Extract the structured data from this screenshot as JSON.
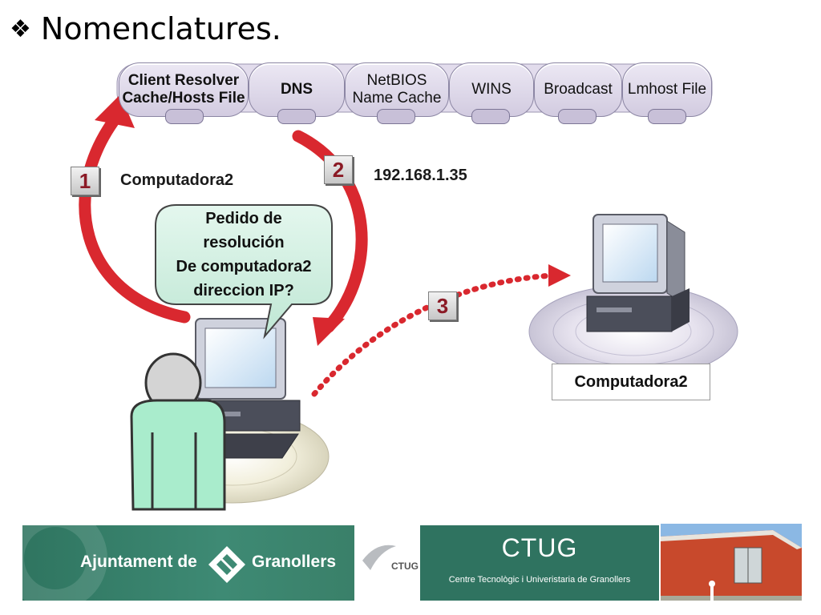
{
  "slide": {
    "bullet": "❖",
    "title": "Nomenclatures."
  },
  "methods": [
    {
      "label": "Client Resolver\nCache/Hosts File",
      "strong": true
    },
    {
      "label": "DNS",
      "strong": true
    },
    {
      "label": "NetBIOS\nName Cache",
      "strong": false
    },
    {
      "label": "WINS",
      "strong": false
    },
    {
      "label": "Broadcast",
      "strong": false
    },
    {
      "label": "Lmhost File",
      "strong": false
    }
  ],
  "steps": [
    {
      "number": "1",
      "label": "Computadora2"
    },
    {
      "number": "2",
      "label": "192.168.1.35"
    },
    {
      "number": "3",
      "label": ""
    }
  ],
  "query_bubble": {
    "lines": [
      "Pedido de",
      "resolución",
      "De computadora2",
      "direccion IP?"
    ]
  },
  "target_host": {
    "label": "Computadora2"
  },
  "footer": {
    "ajuntament_left": "Ajuntament de",
    "ajuntament_right": "Granollers",
    "ctug_small": "CTUG",
    "ctug_name": "CTUG",
    "ctug_full": "Centre Tecnològic i Univeristaria de Granollers"
  },
  "colors": {
    "arrow_red": "#d9282f",
    "step_number": "#8b1a25",
    "bubble_fill": "#d3f0e2",
    "banner_green": "#2f7360"
  }
}
